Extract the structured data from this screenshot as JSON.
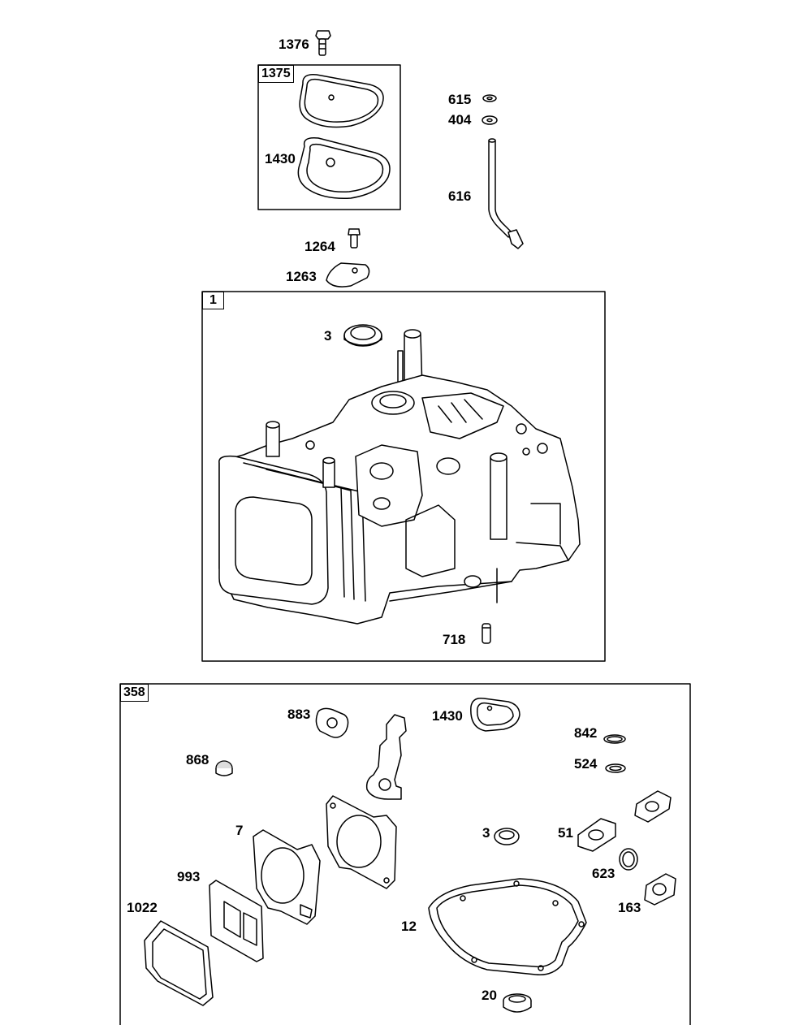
{
  "boxes": {
    "b1375": "1375",
    "b1": "1",
    "b358": "358"
  },
  "labels": {
    "l1376": "1376",
    "l1430a": "1430",
    "l615": "615",
    "l404": "404",
    "l616": "616",
    "l1264": "1264",
    "l1263": "1263",
    "l3a": "3",
    "l718": "718",
    "l883": "883",
    "l1430b": "1430",
    "l842": "842",
    "l868": "868",
    "l524": "524",
    "l7": "7",
    "l3b": "3",
    "l51": "51",
    "l993": "993",
    "l623": "623",
    "l1022": "1022",
    "l163": "163",
    "l12": "12",
    "l20": "20"
  }
}
